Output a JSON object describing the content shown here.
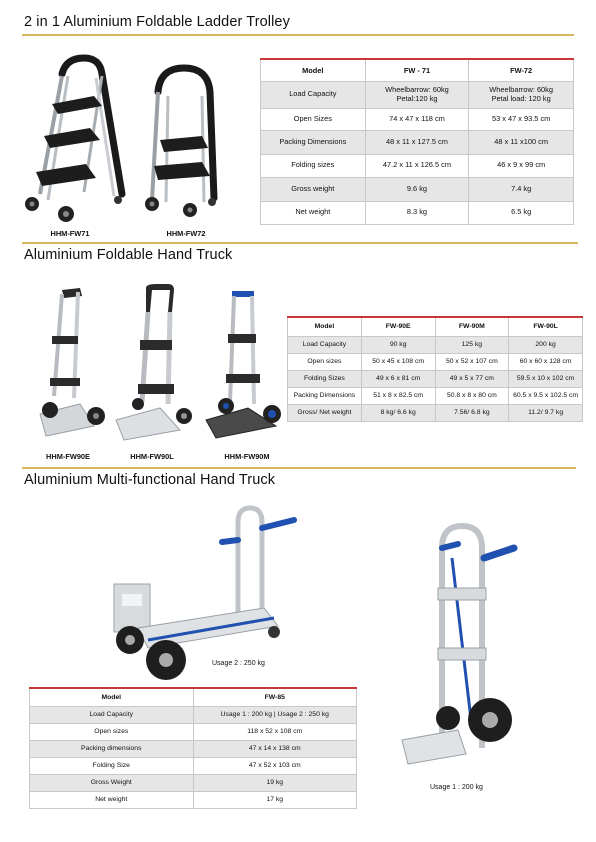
{
  "sections": {
    "ladder": {
      "title": "2 in 1 Aluminium Foldable Ladder Trolley",
      "captions": [
        "HHM-FW71",
        "HHM-FW72"
      ],
      "headers": [
        "Model",
        "FW - 71",
        "FW-72"
      ],
      "rows": [
        [
          "Load Capacity",
          "Wheelbarrow: 60kg\nPetal:120 kg",
          "Wheelbarrow: 60kg\nPetal load: 120 kg"
        ],
        [
          "Open Sizes",
          "74 x 47 x 118 cm",
          "53 x 47 x 93.5 cm"
        ],
        [
          "Packing Dimensions",
          "48 x 11 x 127.5 cm",
          "48 x 11 x100 cm"
        ],
        [
          "Folding sizes",
          "47.2 x 11 x 126.5 cm",
          "46 x 9 x 99 cm"
        ],
        [
          "Gross weight",
          "9.6 kg",
          "7.4 kg"
        ],
        [
          "Net weight",
          "8.3 kg",
          "6.5 kg"
        ]
      ]
    },
    "handtruck": {
      "title": "Aluminium Foldable Hand Truck",
      "captions": [
        "HHM-FW90E",
        "HHM-FW90L",
        "HHM-FW90M"
      ],
      "headers": [
        "Model",
        "FW-90E",
        "FW-90M",
        "FW-90L"
      ],
      "rows": [
        [
          "Load Capacity",
          "90 kg",
          "125 kg",
          "200 kg"
        ],
        [
          "Open sizes",
          "50 x 45 x 108 cm",
          "50 x 52 x 107 cm",
          "60 x 60 x 128 cm"
        ],
        [
          "Folding Sizes",
          "49 x 6 x 81 cm",
          "49 x 5 x 77 cm",
          "59.5 x 10 x 102 cm"
        ],
        [
          "Packing Dimensions",
          "51 x 8 x 82.5 cm",
          "50.8 x 8 x 80 cm",
          "60.5 x 9.5 x 102.5 cm"
        ],
        [
          "Gross/ Net weight",
          "8 kg/ 6.6 kg",
          "7.56/ 6.8 kg",
          "11.2/ 9.7 kg"
        ]
      ]
    },
    "multi": {
      "title": "Aluminium Multi-functional Hand Truck",
      "usage2": "Usage 2 : 250 kg",
      "usage1": "Usage 1 : 200 kg",
      "headers": [
        "Model",
        "FW-85"
      ],
      "rows": [
        [
          "Load Capacity",
          "Usage 1 : 200 kg | Usage 2 : 250 kg"
        ],
        [
          "Open sizes",
          "118 x 52 x 108 cm"
        ],
        [
          "Packing dimensions",
          "47 x 14 x 138 cm"
        ],
        [
          "Folding Size",
          "47 x 52 x 103 cm"
        ],
        [
          "Gross Weight",
          "19 kg"
        ],
        [
          "Net weight",
          "17 kg"
        ]
      ]
    }
  },
  "colors": {
    "accent_line": "#d9b760",
    "table_header_border": "#c83838",
    "row_shade": "#e6e6e6"
  }
}
